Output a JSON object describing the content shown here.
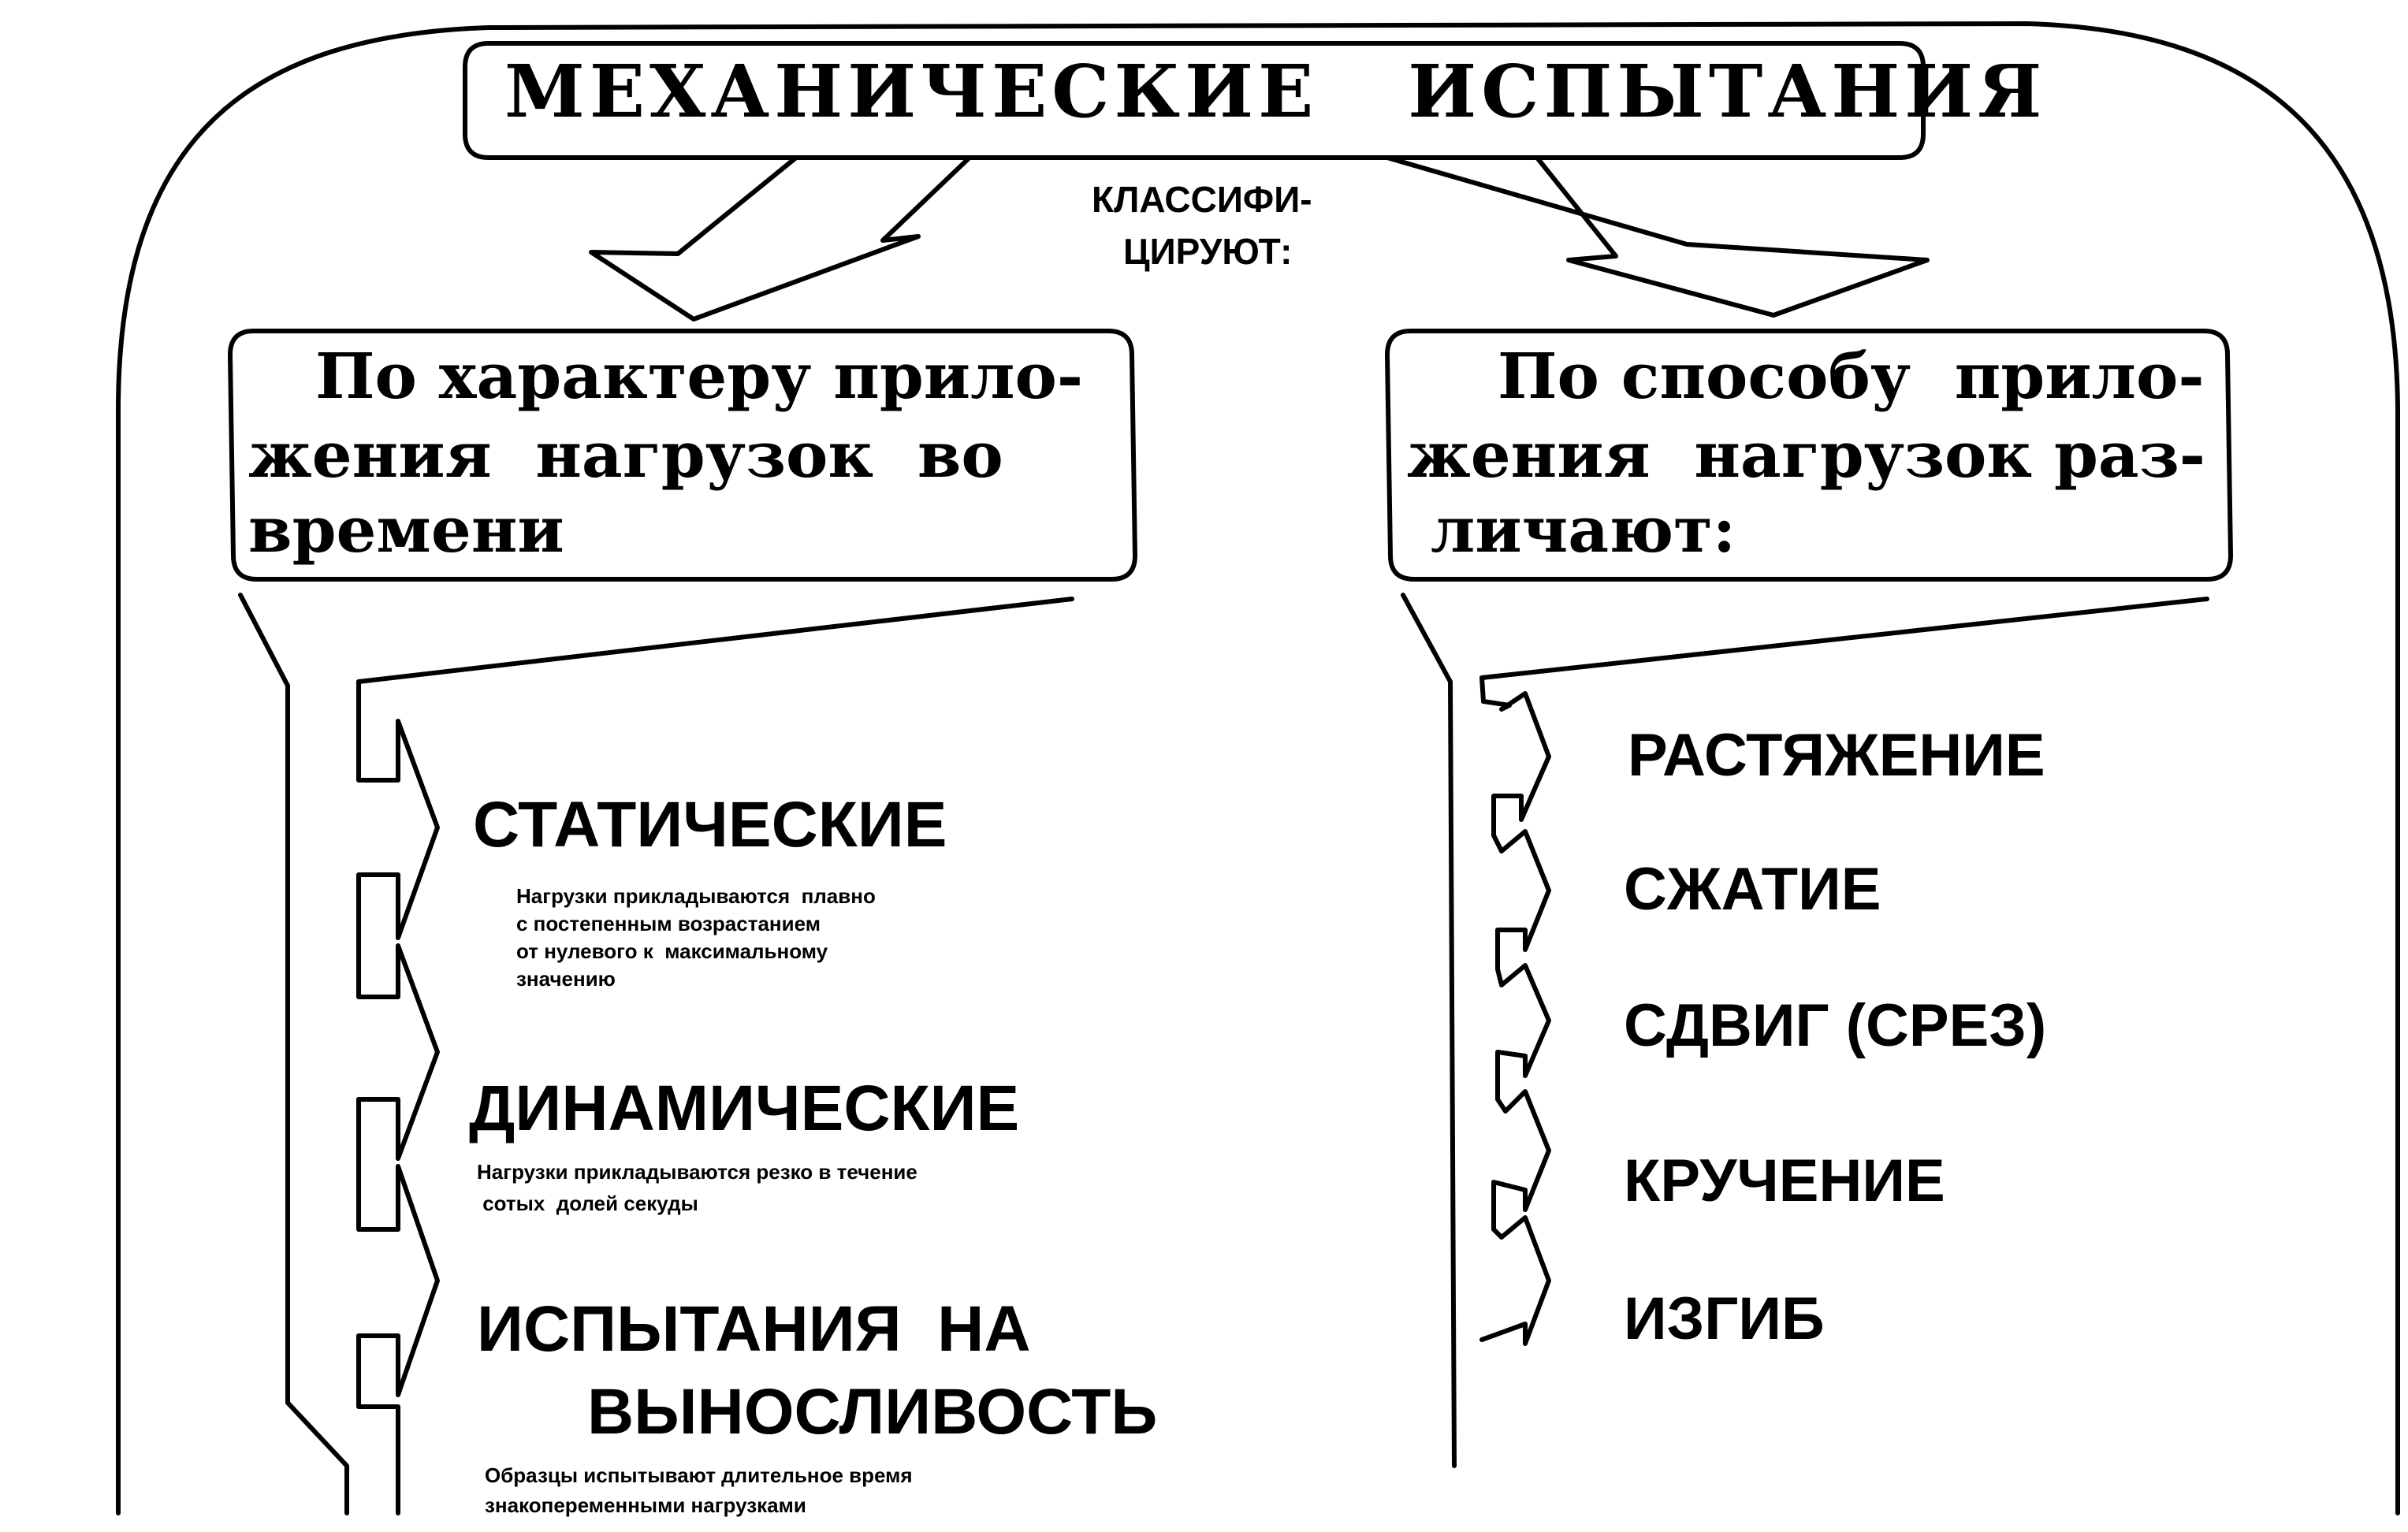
{
  "title": "МЕХАНИЧЕСКИЕ   ИСПЫТАНИЯ",
  "classify": {
    "line1": "КЛАССИФИ-",
    "line2": "ЦИРУЮТ:"
  },
  "left_box": {
    "line1": "По характеру прило-",
    "line2": "жения  нагрузок  во",
    "line3": "времени"
  },
  "right_box": {
    "line1": "По способу  прило-",
    "line2": "жения  нагрузок раз-",
    "line3": "личают:"
  },
  "left_items": [
    {
      "label": "СТАТИЧЕСКИЕ",
      "desc": [
        "Нагрузки прикладываются  плавно",
        "с постепенным возрастанием",
        "от нулевого к  максимальному",
        "значению"
      ]
    },
    {
      "label": "ДИНАМИЧЕСКИЕ",
      "desc": [
        "Нагрузки прикладываются резко в течение",
        " сотых  долей секуды"
      ]
    },
    {
      "label": "ИСПЫТАНИЯ  НА",
      "label2": "ВЫНОСЛИВОСТЬ",
      "desc": [
        "Образцы испытывают длительное время",
        "знакопеременными нагрузками"
      ]
    }
  ],
  "right_items": [
    "РАСТЯЖЕНИЕ",
    "СЖАТИЕ",
    "СДВИГ (СРЕЗ)",
    "КРУЧЕНИЕ",
    "ИЗГИБ"
  ]
}
